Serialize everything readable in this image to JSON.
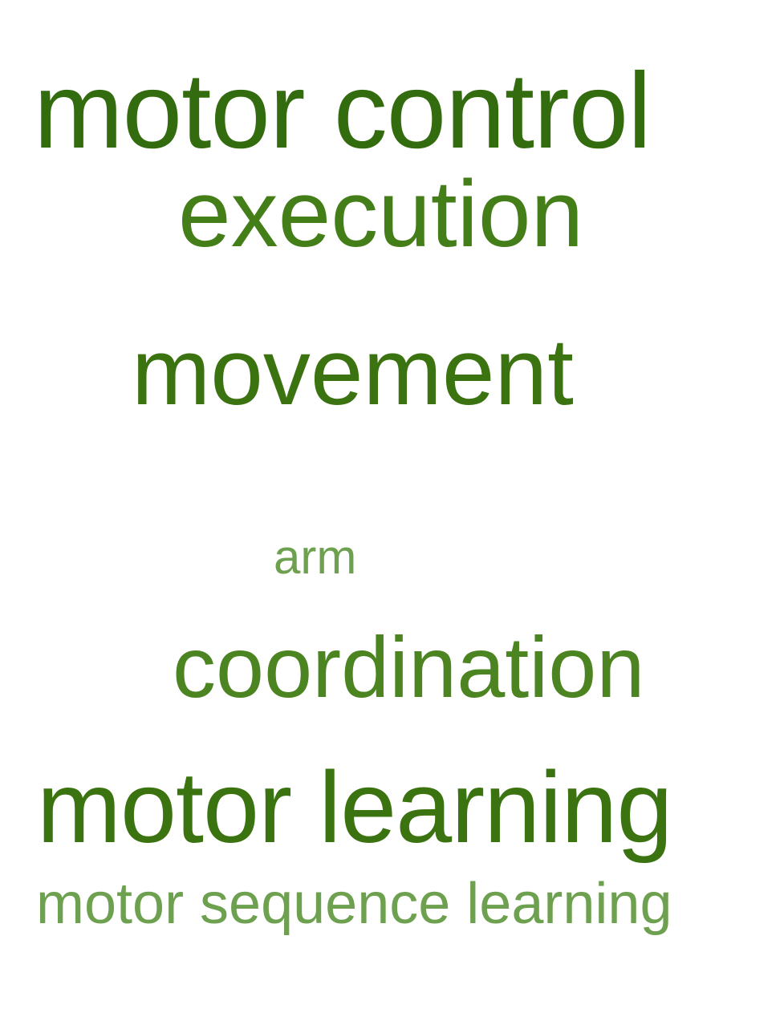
{
  "word_cloud": {
    "words": [
      {
        "text": "motor control",
        "color": "#336b0f"
      },
      {
        "text": "execution",
        "color": "#437e18"
      },
      {
        "text": "movement",
        "color": "#3a730f"
      },
      {
        "text": "arm",
        "color": "#6da04f"
      },
      {
        "text": "coordination",
        "color": "#4b8420"
      },
      {
        "text": "motor learning",
        "color": "#3a730f"
      },
      {
        "text": "motor sequence learning",
        "color": "#6da04f"
      }
    ]
  }
}
